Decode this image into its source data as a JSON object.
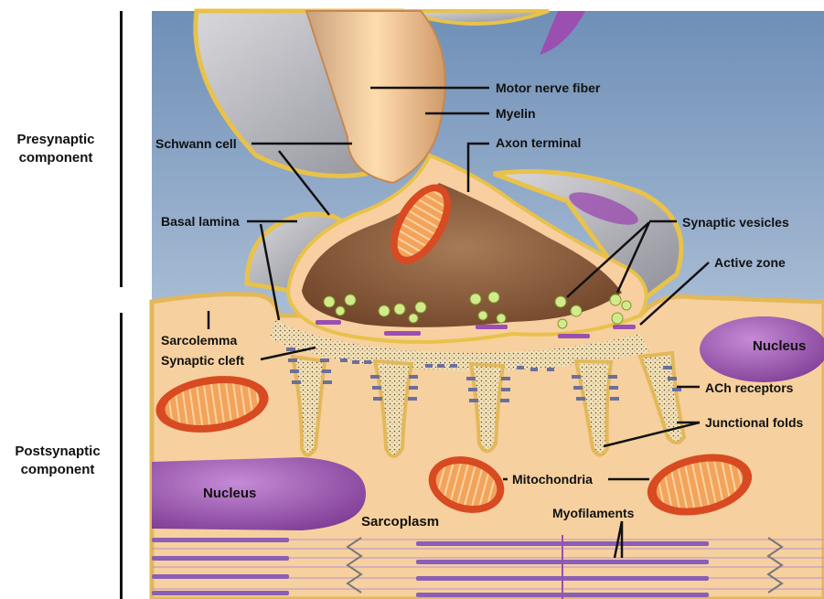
{
  "side_labels": {
    "presynaptic": "Presynaptic\ncomponent",
    "postsynaptic": "Postsynaptic\ncomponent"
  },
  "labels": {
    "motor_nerve_fiber": "Motor nerve fiber",
    "myelin": "Myelin",
    "axon_terminal": "Axon terminal",
    "schwann_cell": "Schwann cell",
    "synaptic_vesicles": "Synaptic vesicles",
    "basal_lamina": "Basal lamina",
    "active_zone": "Active zone",
    "sarcolemma": "Sarcolemma",
    "synaptic_cleft": "Synaptic cleft",
    "nucleus_right": "Nucleus",
    "ach_receptors": "ACh receptors",
    "junctional_folds": "Junctional folds",
    "mitochondria": "Mitochondria",
    "nucleus_left": "Nucleus",
    "sarcoplasm": "Sarcoplasm",
    "myofilaments": "Myofilaments"
  },
  "colors": {
    "background_sky": "#b7c9dd",
    "sarcoplasm": "#f5d2a4",
    "basal_lamina": "#e8c24a",
    "axon": "#f0b27a",
    "terminal_inner": "#8a5a3a",
    "nucleus": "#9b4fb0",
    "mitochondria": "#e0552a",
    "receptor": "#6b6f9e",
    "vesicle": "#c8e08a",
    "myofilament": "#8a5fb5"
  }
}
